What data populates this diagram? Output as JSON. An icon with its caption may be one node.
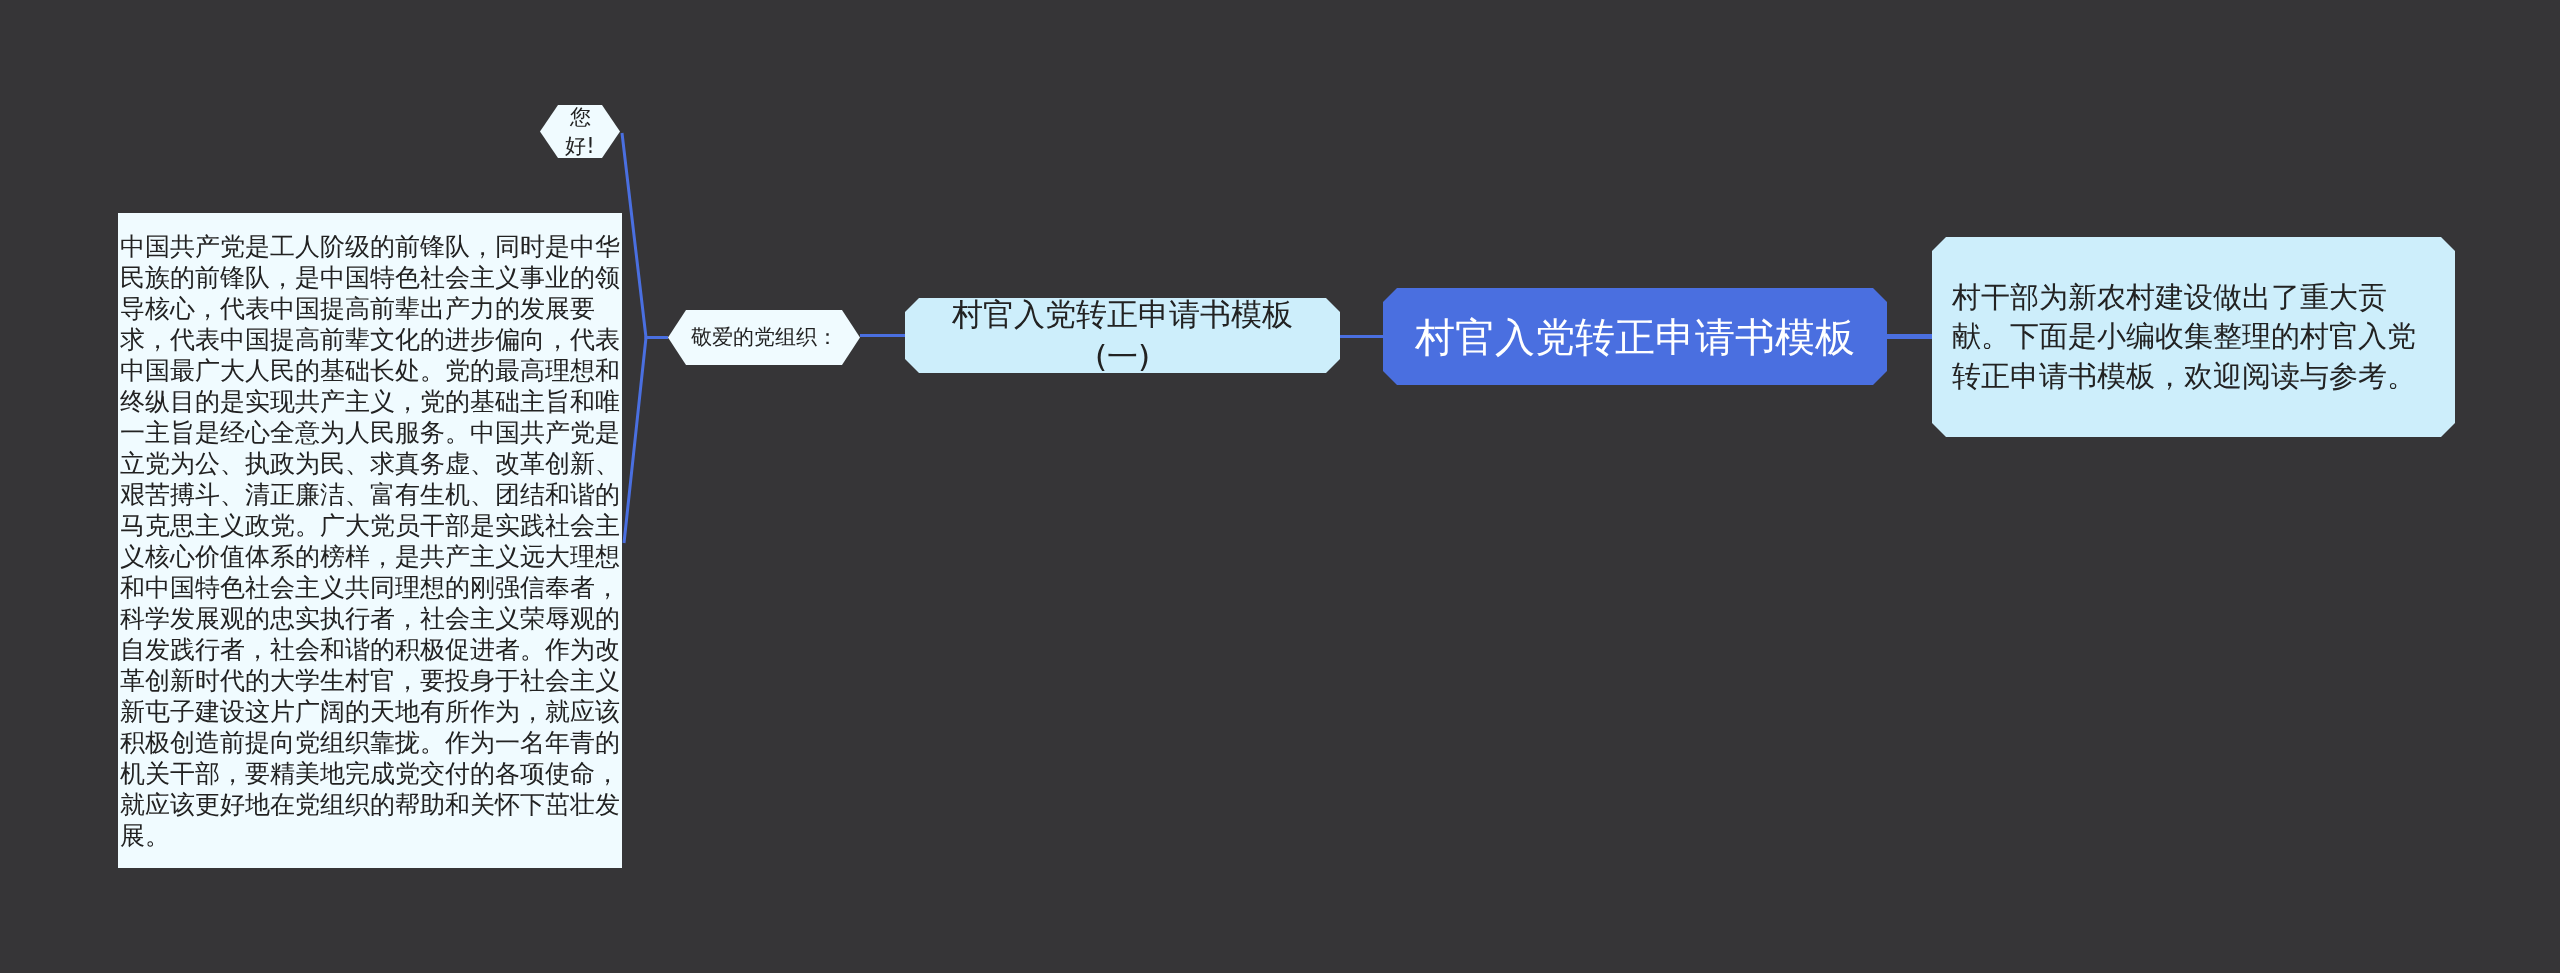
{
  "diagram": {
    "nodes": [
      {
        "text": [
          "村官入党转正申请书模板"
        ]
      },
      {
        "text": [
          "村干部为新农村建设做出了重大贡献。下面是小编收集整理的村官入党转正申请书模板，欢迎阅读与参考。"
        ]
      },
      {
        "text": [
          "村官入党转正申请书模板(一)"
        ]
      },
      {
        "text": [
          "敬爱的党组织："
        ]
      },
      {
        "text": [
          "您好!"
        ]
      },
      {
        "text": [
          "中国共产党是工人阶级的前锋队，同时是中华民族的前锋队，是中国特色社会主义事业的领导核心，代表中国提高前辈出产力的发展要求，代表中国提高前辈文化的进步偏向，代表中国最广大人民的基础长处。党的最高理想和终纵目的是实现共产主义，党的基础主旨和唯一主旨是经心全意为人民服务。中国共产党是立党为公、执政为民、求真务虚、改革创新、艰苦搏斗、清正廉洁、富有生机、团结和谐的马克思主义政党。广大党员干部是实践社会主义核心价值体系的榜样，是共产主义远大理想和中国特色社会主义共同理想的刚强信奉者，科学发展观的忠实执行者，社会主义荣辱观的自发践行者，社会和谐的积极促进者。作为改革创新时代的大学生村官，要投身于社会主义新屯子建设这片广阔的天地有所作为，就应该积极创造前提向党组织靠拢。作为一名年青的机关干部，要精美地完成党交付的各项使命，就应该更好地在党组织的帮助和关怀下茁壮发展。"
        ]
      }
    ],
    "edges": [
      {
        "from": 0,
        "to": 1,
        "arrow": "none"
      },
      {
        "from": 0,
        "to": 2,
        "arrow": "none"
      },
      {
        "from": 2,
        "to": 3,
        "arrow": "none"
      },
      {
        "from": 3,
        "to": 4,
        "arrow": "none"
      },
      {
        "from": 3,
        "to": 5,
        "arrow": "none"
      }
    ]
  }
}
